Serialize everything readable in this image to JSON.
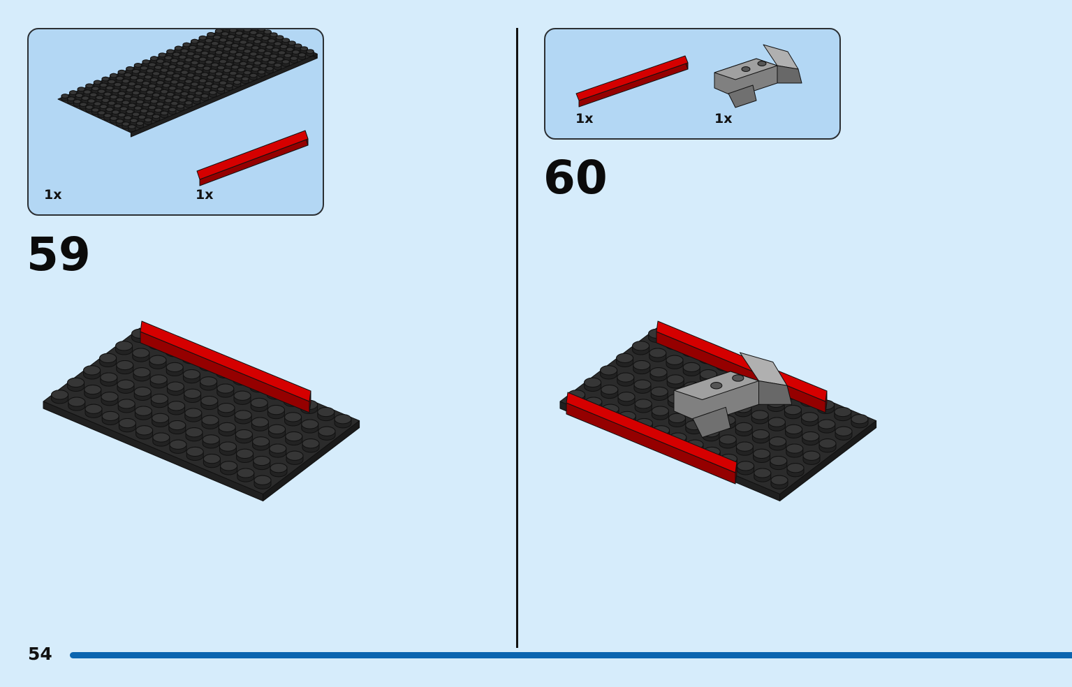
{
  "steps": [
    {
      "number": "59",
      "parts": [
        {
          "qty": "1x",
          "color": "#2b2b2b"
        },
        {
          "qty": "1x",
          "color": "#d50000"
        }
      ]
    },
    {
      "number": "60",
      "parts": [
        {
          "qty": "1x",
          "color": "#d50000"
        },
        {
          "qty": "1x",
          "color": "#a0a0a0"
        }
      ]
    }
  ],
  "page": {
    "number": "54"
  },
  "colors": {
    "background": "#d6ecfb",
    "callout": "#b3d7f4",
    "plate": "#2b2b2b",
    "tile": "#d50000",
    "wedge": "#a0a0a0",
    "accent": "#0b65b0"
  }
}
